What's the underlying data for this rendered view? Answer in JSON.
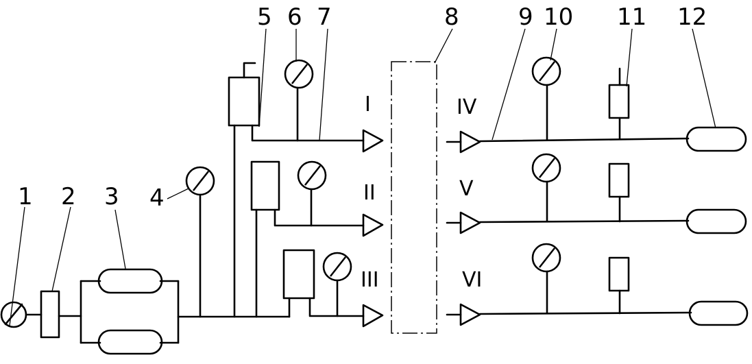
{
  "diagram": {
    "part_numbers": [
      "1",
      "2",
      "3",
      "4",
      "5",
      "6",
      "7",
      "8",
      "9",
      "10",
      "11",
      "12"
    ],
    "ports": {
      "inlet": [
        "I",
        "II",
        "III"
      ],
      "outlet": [
        "IV",
        "V",
        "VI"
      ]
    },
    "icons": {
      "gauge": "pressure-gauge-icon",
      "source": "supply-source-icon",
      "arrow": "flow-direction-icon"
    }
  }
}
